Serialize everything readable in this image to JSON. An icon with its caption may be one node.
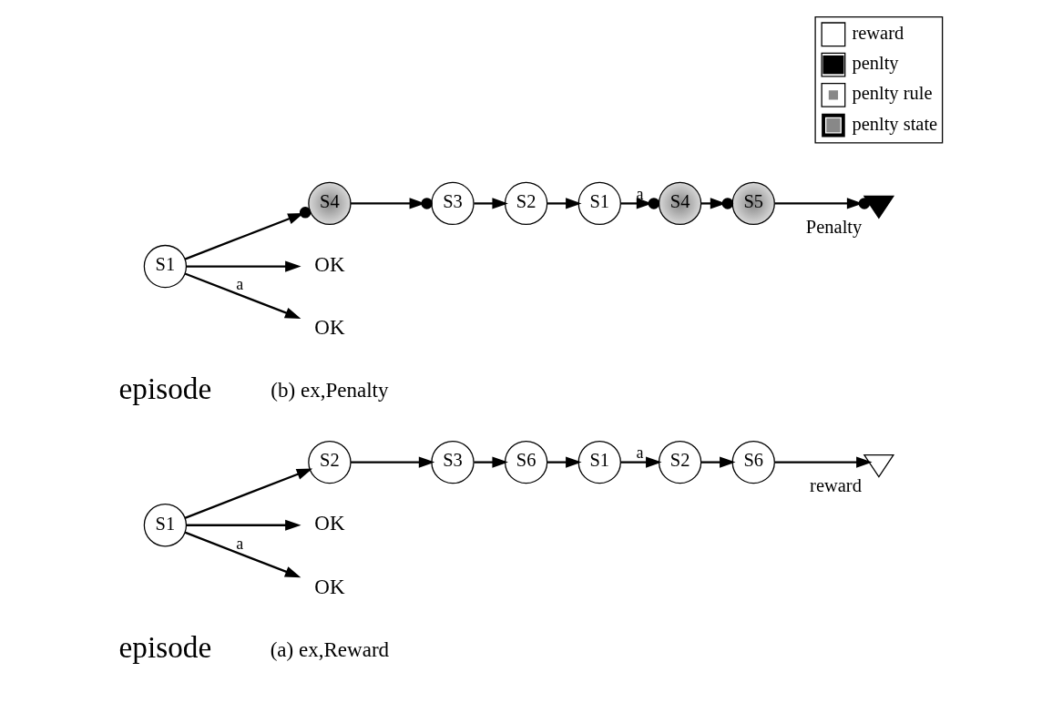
{
  "diagram": {
    "nodes": [
      {
        "text": [
          "S1"
        ]
      },
      {
        "text": [
          "OK"
        ]
      },
      {
        "text": [
          "OK"
        ]
      },
      {
        "text": [
          "S2"
        ]
      },
      {
        "text": [
          "S3"
        ]
      },
      {
        "text": [
          "S6"
        ]
      },
      {
        "text": [
          "S1"
        ]
      },
      {
        "text": [
          "S2"
        ]
      },
      {
        "text": [
          "S6"
        ]
      },
      {
        "text": [
          "reward"
        ]
      },
      {
        "text": [
          "S1"
        ]
      },
      {
        "text": [
          "OK"
        ]
      },
      {
        "text": [
          "OK"
        ]
      },
      {
        "text": [
          "S4"
        ]
      },
      {
        "text": [
          "S3"
        ]
      },
      {
        "text": [
          "S2"
        ]
      },
      {
        "text": [
          "S1"
        ]
      },
      {
        "text": [
          "S4"
        ]
      },
      {
        "text": [
          "S5"
        ]
      },
      {
        "text": [
          "Penalty"
        ]
      }
    ],
    "edges": [
      {
        "from": 0,
        "to": 1,
        "arrow": "to",
        "label": "a"
      },
      {
        "from": 0,
        "to": 2,
        "arrow": "to"
      },
      {
        "from": 0,
        "to": 3,
        "arrow": "to"
      },
      {
        "from": 3,
        "to": 4,
        "arrow": "to"
      },
      {
        "from": 4,
        "to": 5,
        "arrow": "to"
      },
      {
        "from": 5,
        "to": 6,
        "arrow": "to"
      },
      {
        "from": 6,
        "to": 7,
        "arrow": "to",
        "label": "a"
      },
      {
        "from": 7,
        "to": 8,
        "arrow": "to"
      },
      {
        "from": 8,
        "to": 9,
        "arrow": "to"
      },
      {
        "from": 10,
        "to": 11,
        "arrow": "to",
        "label": "a"
      },
      {
        "from": 10,
        "to": 12,
        "arrow": "to"
      },
      {
        "from": 10,
        "to": 13,
        "arrow": "to"
      },
      {
        "from": 13,
        "to": 14,
        "arrow": "to"
      },
      {
        "from": 14,
        "to": 15,
        "arrow": "to"
      },
      {
        "from": 15,
        "to": 16,
        "arrow": "to"
      },
      {
        "from": 16,
        "to": 17,
        "arrow": "to",
        "label": "a"
      },
      {
        "from": 17,
        "to": 18,
        "arrow": "to"
      },
      {
        "from": 18,
        "to": 19,
        "arrow": "to"
      }
    ],
    "labels": [
      "episode",
      "(a) ex,Reward",
      "episode",
      "(b) ex,Penalty"
    ],
    "legend": [
      {
        "text": "reward"
      },
      {
        "text": "penlty"
      },
      {
        "text": "penlty rule"
      },
      {
        "text": "penlty state"
      }
    ]
  }
}
